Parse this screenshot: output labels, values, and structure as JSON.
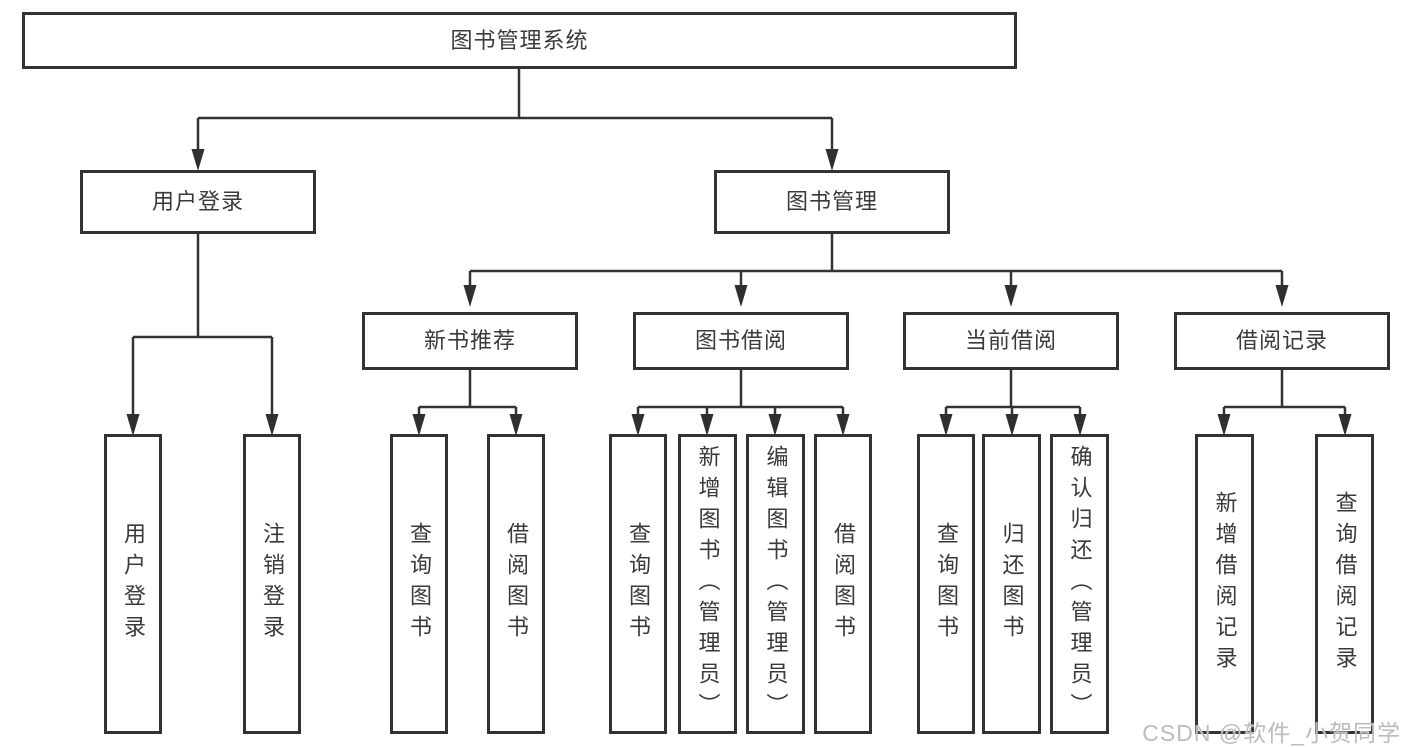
{
  "diagram": {
    "root": {
      "label": "图书管理系统"
    },
    "branch_user": {
      "label": "用户登录",
      "children": [
        {
          "label": "用户登录"
        },
        {
          "label": "注销登录"
        }
      ]
    },
    "branch_books": {
      "label": "图书管理",
      "groups": [
        {
          "label": "新书推荐",
          "children": [
            {
              "label": "查询图书"
            },
            {
              "label": "借阅图书"
            }
          ]
        },
        {
          "label": "图书借阅",
          "children": [
            {
              "label": "查询图书"
            },
            {
              "label": "新增图书（管理员）"
            },
            {
              "label": "编辑图书（管理员）"
            },
            {
              "label": "借阅图书"
            }
          ]
        },
        {
          "label": "当前借阅",
          "children": [
            {
              "label": "查询图书"
            },
            {
              "label": "归还图书"
            },
            {
              "label": "确认归还（管理员）"
            }
          ]
        },
        {
          "label": "借阅记录",
          "children": [
            {
              "label": "新增借阅记录"
            },
            {
              "label": "查询借阅记录"
            }
          ]
        }
      ]
    },
    "watermark": "CSDN @软件_小贺同学",
    "colors": {
      "line": "#333333",
      "text": "#3a3a3a",
      "watermark": "#bcbcbc",
      "background": "#ffffff"
    }
  }
}
